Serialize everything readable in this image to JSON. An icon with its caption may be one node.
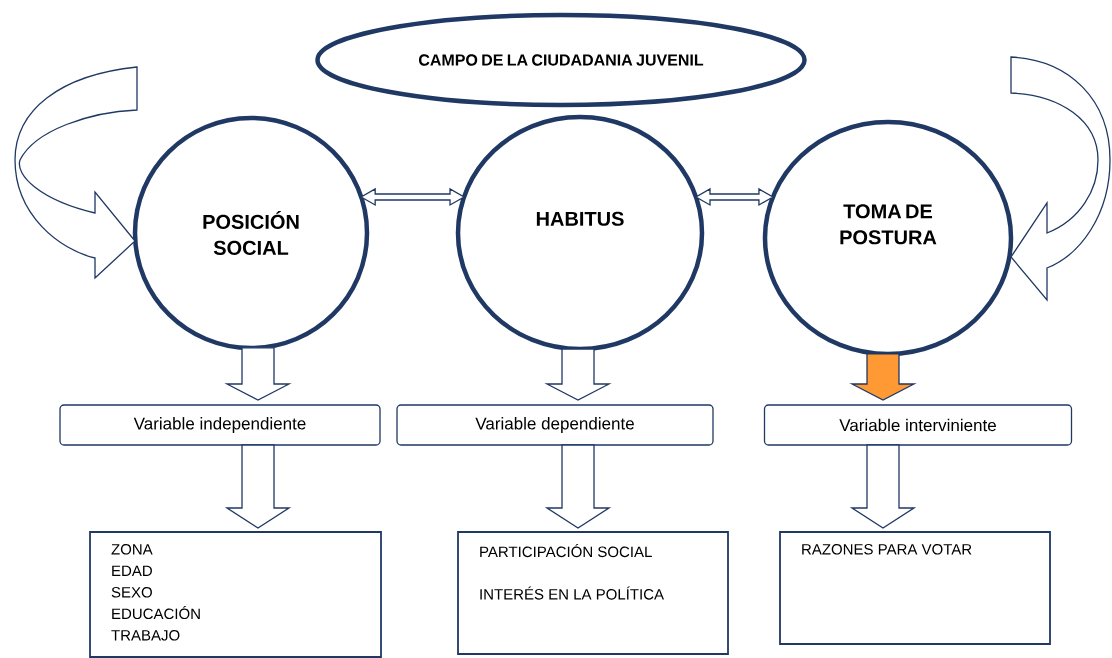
{
  "diagram": {
    "nodes": [
      {
        "text": [
          "CAMPO DE LA CIUDADANIA JUVENIL"
        ]
      },
      {
        "text": [
          "POSICIÓN SOCIAL"
        ]
      },
      {
        "text": [
          "HABITUS"
        ]
      },
      {
        "text": [
          "TOMA DE POSTURA"
        ]
      },
      {
        "text": [
          "Variable independiente"
        ]
      },
      {
        "text": [
          "Variable dependiente"
        ]
      },
      {
        "text": [
          "Variable interviniente"
        ]
      },
      {
        "text": [
          "ZONA",
          "EDAD",
          "SEXO",
          "EDUCACIÓN",
          "TRABAJO"
        ]
      },
      {
        "text": [
          "PARTICIPACIÓN SOCIAL",
          "INTERÉS EN LA POLÍTICA"
        ]
      },
      {
        "text": [
          "RAZONES PARA VOTAR"
        ]
      }
    ],
    "edges": [
      {
        "from": 1,
        "to": 2,
        "arrow": "both"
      },
      {
        "from": 2,
        "to": 3,
        "arrow": "both"
      },
      {
        "from": 1,
        "to": 4,
        "arrow": "to"
      },
      {
        "from": 2,
        "to": 5,
        "arrow": "to"
      },
      {
        "from": 3,
        "to": 6,
        "arrow": "to",
        "color": "#ff9933"
      },
      {
        "from": 4,
        "to": 7,
        "arrow": "to"
      },
      {
        "from": 5,
        "to": 8,
        "arrow": "to"
      },
      {
        "from": 6,
        "to": 9,
        "arrow": "to"
      },
      {
        "from": null,
        "to": 1,
        "arrow": "to"
      },
      {
        "from": null,
        "to": 3,
        "arrow": "to"
      }
    ]
  }
}
